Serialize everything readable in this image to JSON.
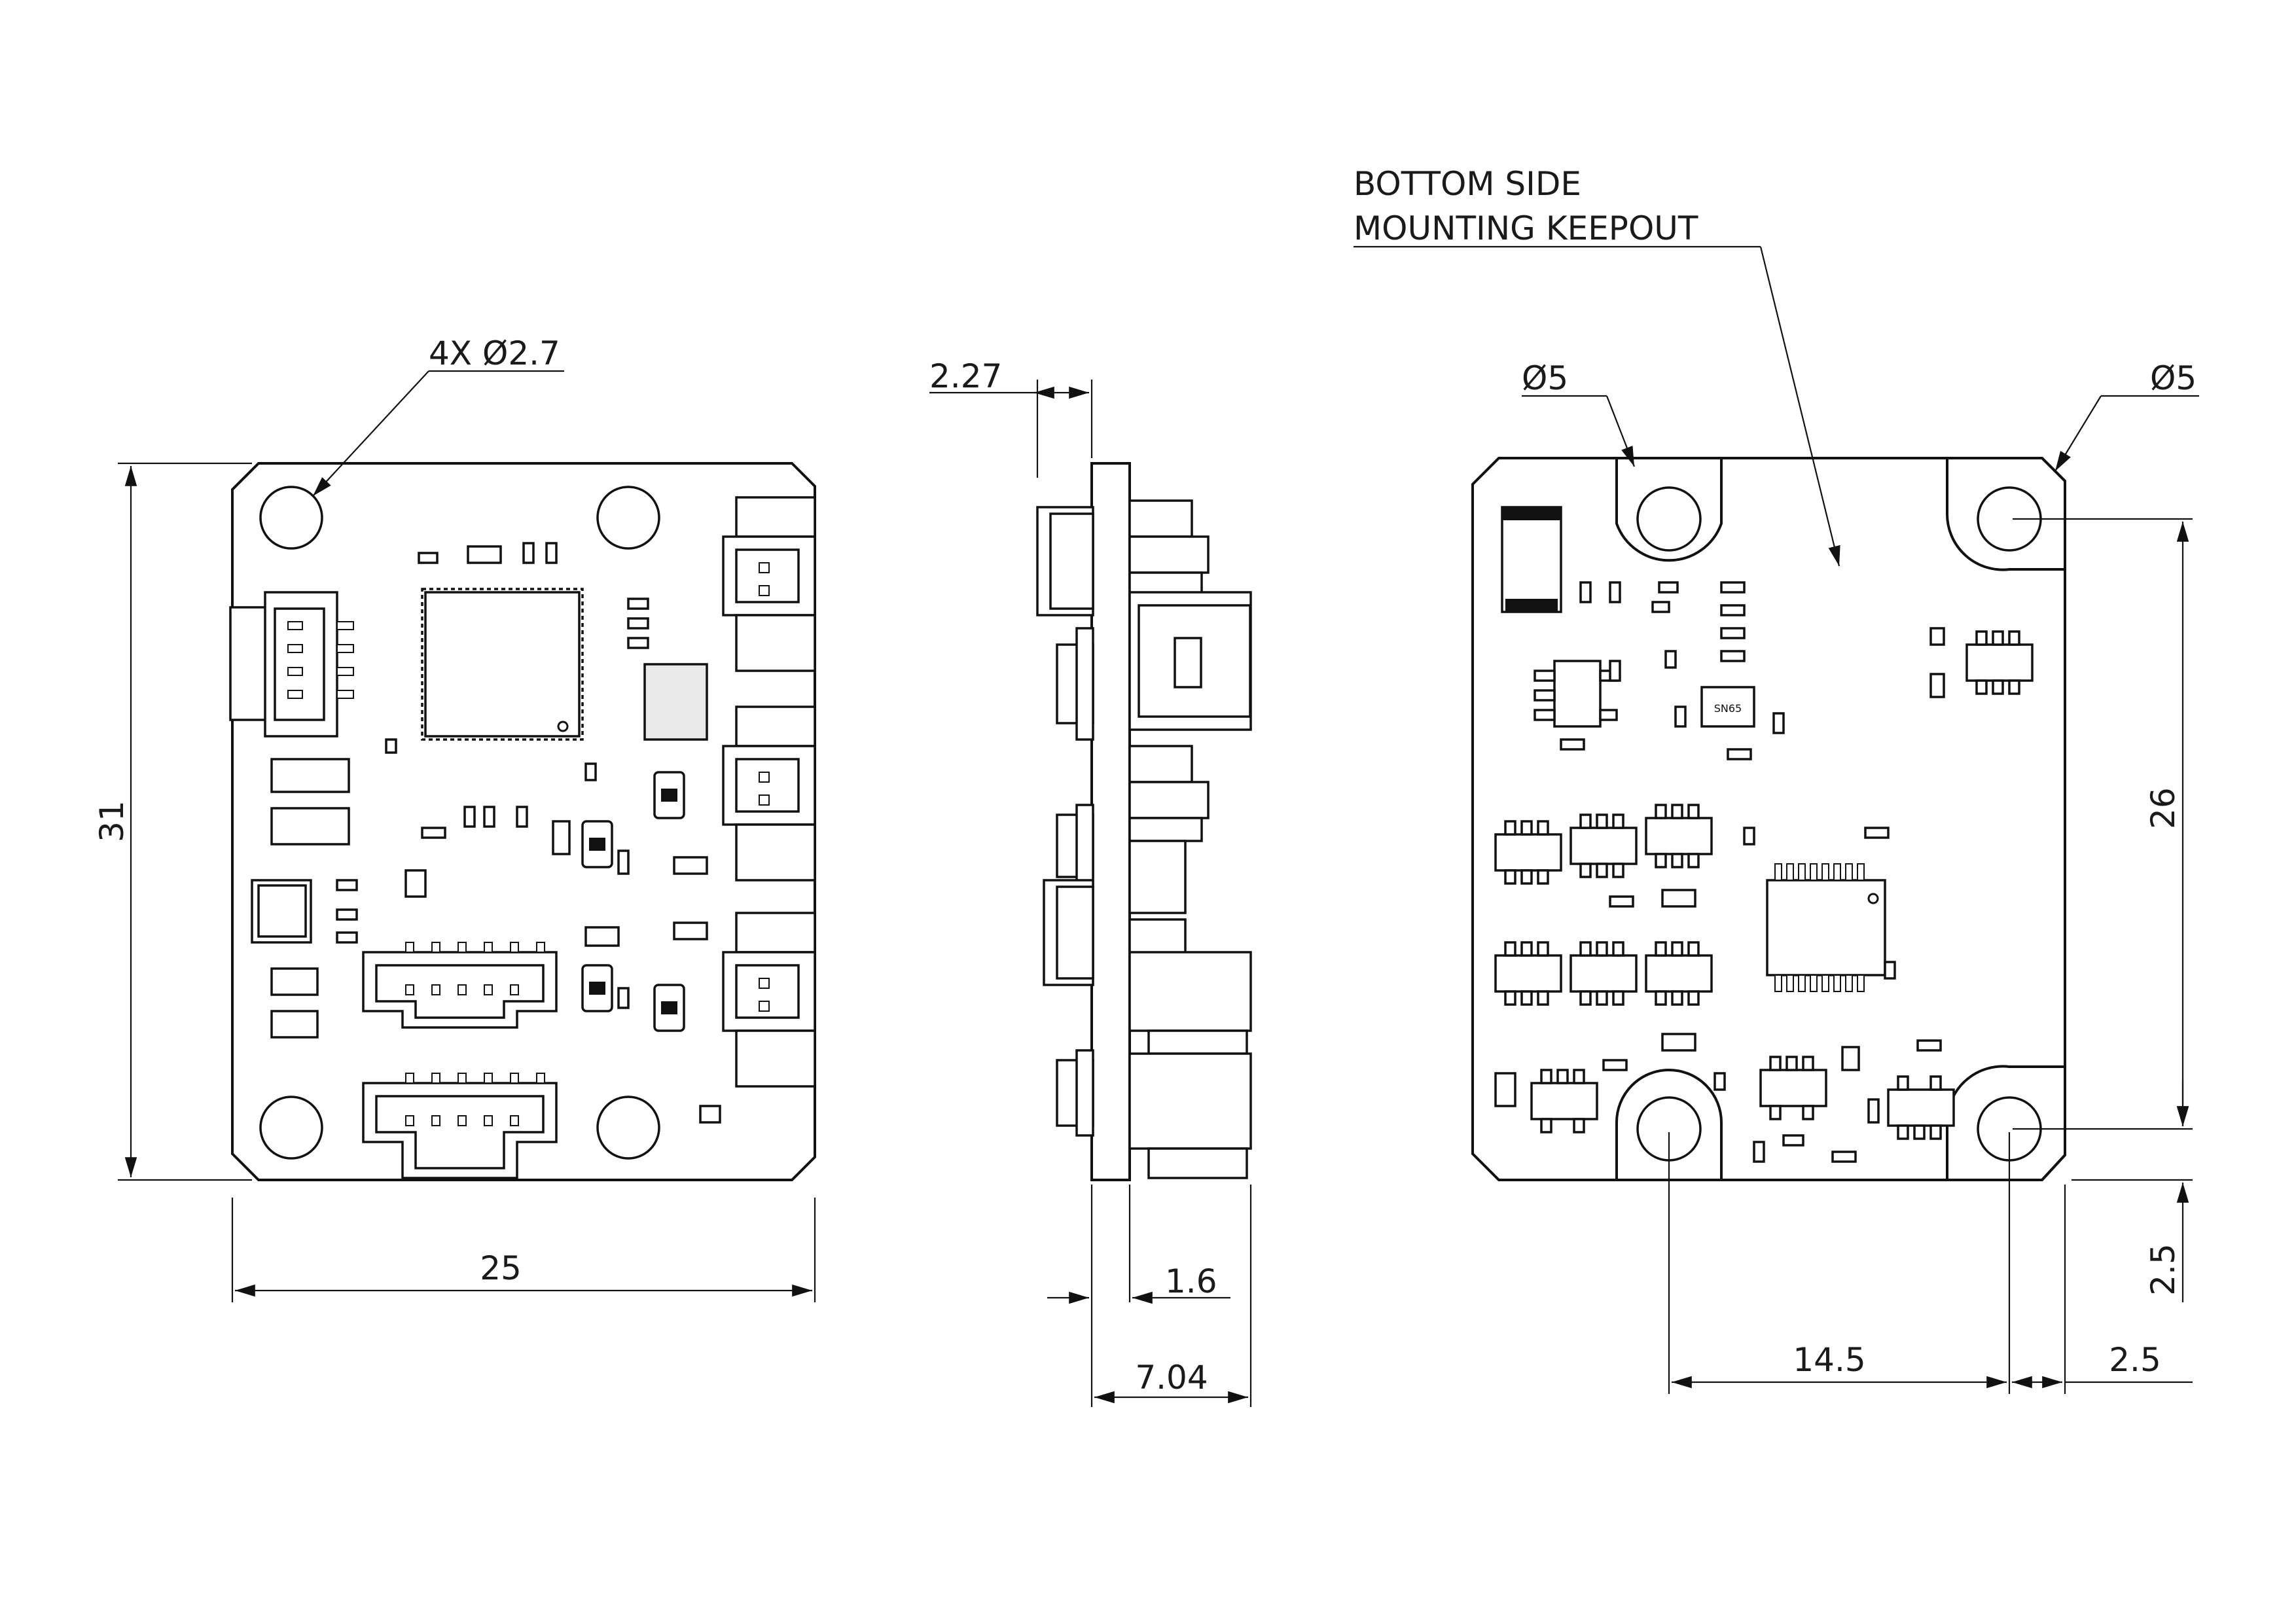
{
  "drawing": {
    "front_view": {
      "hole_callout": "4X Ø2.7",
      "height_dim": "31",
      "width_dim": "25"
    },
    "side_view": {
      "top_dim": "2.27",
      "pcb_thickness_dim": "1.6",
      "overall_depth_dim": "7.04"
    },
    "bottom_view": {
      "keepout_note_line1": "BOTTOM SIDE",
      "keepout_note_line2": "MOUNTING KEEPOUT",
      "keepout_dia_left": "Ø5",
      "keepout_dia_right": "Ø5",
      "hole_spacing_vertical": "26",
      "hole_offset_bottom": "2.5",
      "hole_spacing_horizontal": "14.5",
      "hole_offset_right": "2.5",
      "chip_marking": "SN65"
    }
  }
}
